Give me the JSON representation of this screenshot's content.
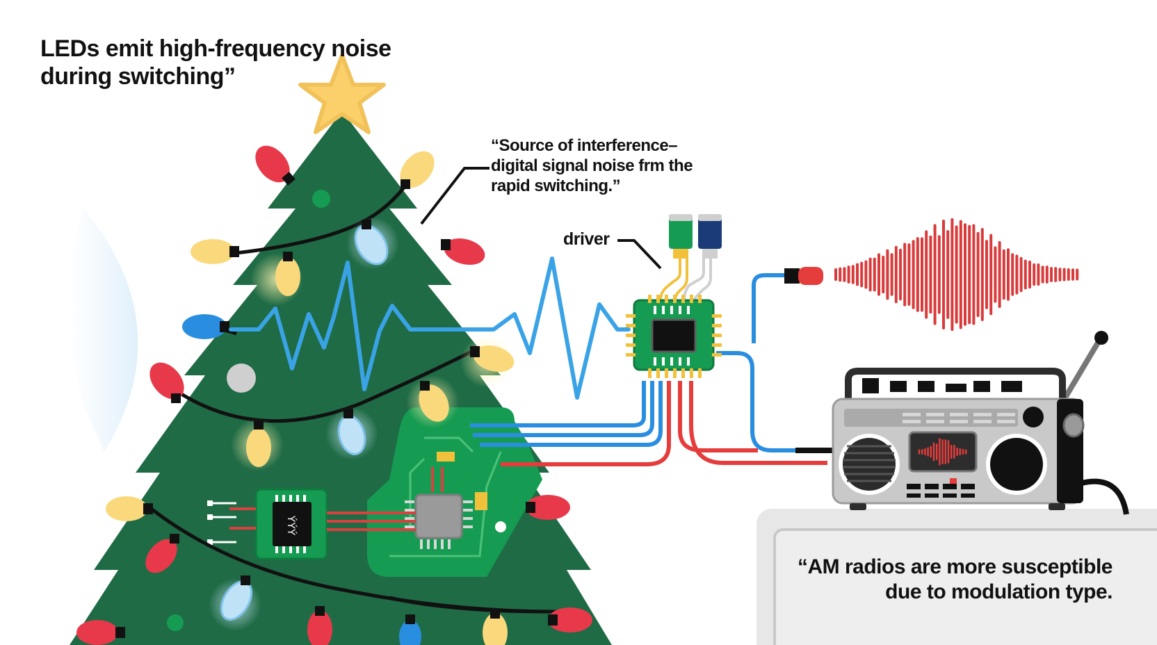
{
  "annotations": {
    "headline": "LEDs emit high-frequency noise during switching”",
    "source_note": "“Source of interference– digital signal noise frm the rapid switching.”",
    "driver_label": "driver",
    "am_note": "“AM radios are more susceptible due to modulation type."
  },
  "chip_marking": "ÝÝÝ",
  "colors": {
    "tree": "#1f6b45",
    "pcb": "#169c52",
    "noise_wave": "#3aa3e6",
    "red_wire": "#e53c3c",
    "blue_wire": "#2a8ee0",
    "audio_wave": "#d93b3b",
    "radio_body": "#c9c9c9",
    "star": "#fbd06a",
    "led_red": "#e8394a",
    "led_yellow": "#fad97c",
    "led_blue": "#bfe2f7"
  },
  "icons": [
    "star-icon",
    "christmas-tree-icon",
    "led-bulb-icon",
    "circuit-board-icon",
    "driver-chip-icon",
    "capacitor-icon",
    "am-radio-icon",
    "speaker-icon",
    "antenna-icon",
    "sound-wave-icon",
    "connector-plug-icon"
  ]
}
